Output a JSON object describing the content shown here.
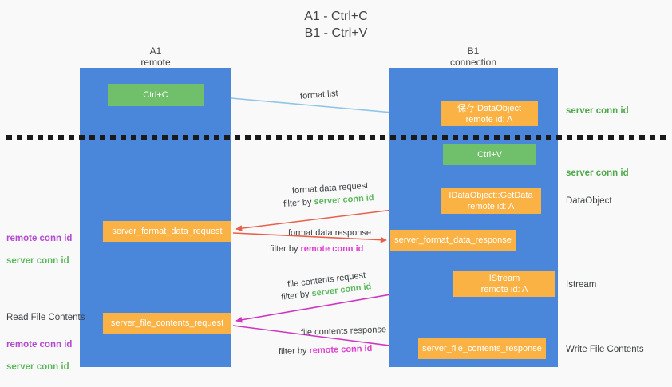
{
  "title": "A1 - Ctrl+C\nB1 - Ctrl+V",
  "lanes": {
    "a": {
      "header": "A1\nremote",
      "color": "#4a86da"
    },
    "b": {
      "header": "B1\nconnection",
      "color": "#4a86da"
    }
  },
  "nodes": {
    "ctrl_c": {
      "label": "Ctrl+C",
      "color": "#6fbf6b"
    },
    "save_dataobj": {
      "label": "保存IDataObject\nremote id: A",
      "color": "#fbb244"
    },
    "ctrl_v": {
      "label": "Ctrl+V",
      "color": "#6fbf6b"
    },
    "getdata": {
      "label": "IDataObject::GetData\nremote id: A",
      "color": "#fbb244"
    },
    "fmt_req": {
      "label": "server_format_data_request",
      "color": "#fbb244"
    },
    "fmt_resp": {
      "label": "server_format_data_response",
      "color": "#fbb244"
    },
    "istream": {
      "label": "IStream\nremote id: A",
      "color": "#fbb244"
    },
    "file_req": {
      "label": "server_file_contents_request",
      "color": "#fbb244"
    },
    "file_resp": {
      "label": "server_file_contents_response",
      "color": "#fbb244"
    }
  },
  "side_labels": {
    "conn_id_1": "server conn id",
    "conn_id_2": "server conn id",
    "dataobject": "DataObject",
    "istream": "Istream",
    "write_file_contents": "Write File Contents"
  },
  "left_labels": {
    "remote_conn_id": "remote conn id",
    "server_conn_id": "server conn id",
    "read_file_contents": "Read File Contents"
  },
  "edges": {
    "format_list": {
      "label": "format list",
      "color": "#8fc4e8"
    },
    "fmt_req_line1": "format data request",
    "fmt_req_filter": "filter by ",
    "fmt_req_target": "server conn id",
    "fmt_resp_line1": "format data response",
    "fmt_resp_filter": "filter by ",
    "fmt_resp_target": "remote conn id",
    "file_req_line1": "file contents request",
    "file_req_filter": "filter by ",
    "file_req_target": "server conn id",
    "file_resp_line1": "file contents response",
    "file_resp_filter": "filter by ",
    "file_resp_target": "remote conn id"
  },
  "colors": {
    "lane": "#4a86da",
    "green_node": "#6fbf6b",
    "orange_node": "#fbb244",
    "red_arrow": "#e8604c",
    "magenta_arrow": "#cf35c0",
    "light_blue_arrow": "#8fc4e8",
    "black_arrow": "#000000",
    "green_text": "#5cb85c",
    "magenta_text": "#b44ad0",
    "background": "#f9f9f9"
  }
}
